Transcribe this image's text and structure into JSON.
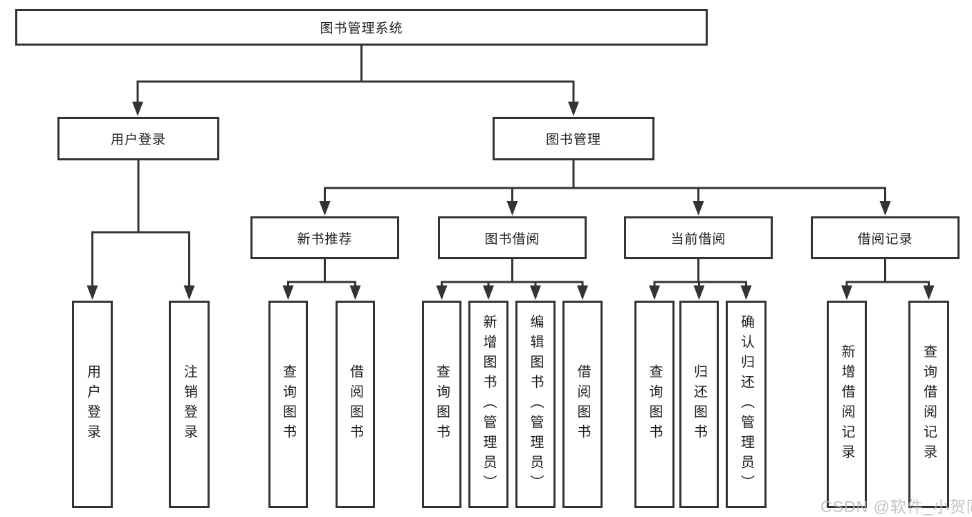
{
  "root": {
    "label": "图书管理系统"
  },
  "level2": [
    {
      "label": "用户登录"
    },
    {
      "label": "图书管理"
    }
  ],
  "level3": [
    {
      "label": "新书推荐",
      "parent": "图书管理"
    },
    {
      "label": "图书借阅",
      "parent": "图书管理"
    },
    {
      "label": "当前借阅",
      "parent": "图书管理"
    },
    {
      "label": "借阅记录",
      "parent": "图书管理"
    }
  ],
  "leaves": [
    {
      "label": "用户登录",
      "parent": "用户登录"
    },
    {
      "label": "注销登录",
      "parent": "用户登录"
    },
    {
      "label": "查询图书",
      "parent": "新书推荐"
    },
    {
      "label": "借阅图书",
      "parent": "新书推荐"
    },
    {
      "label": "查询图书",
      "parent": "图书借阅"
    },
    {
      "label": "新增图书（管理员）",
      "parent": "图书借阅"
    },
    {
      "label": "编辑图书（管理员）",
      "parent": "图书借阅"
    },
    {
      "label": "借阅图书",
      "parent": "图书借阅"
    },
    {
      "label": "查询图书",
      "parent": "当前借阅"
    },
    {
      "label": "归还图书",
      "parent": "当前借阅"
    },
    {
      "label": "确认归还（管理员）",
      "parent": "当前借阅"
    },
    {
      "label": "新增借阅记录",
      "parent": "借阅记录"
    },
    {
      "label": "查询借阅记录",
      "parent": "借阅记录"
    }
  ],
  "watermark": {
    "text": "CSDN @软件_小贺同学"
  },
  "colors": {
    "line": "#333333",
    "text": "#1f1f1f",
    "background": "#ffffff",
    "watermark": "#b9b9b9"
  }
}
